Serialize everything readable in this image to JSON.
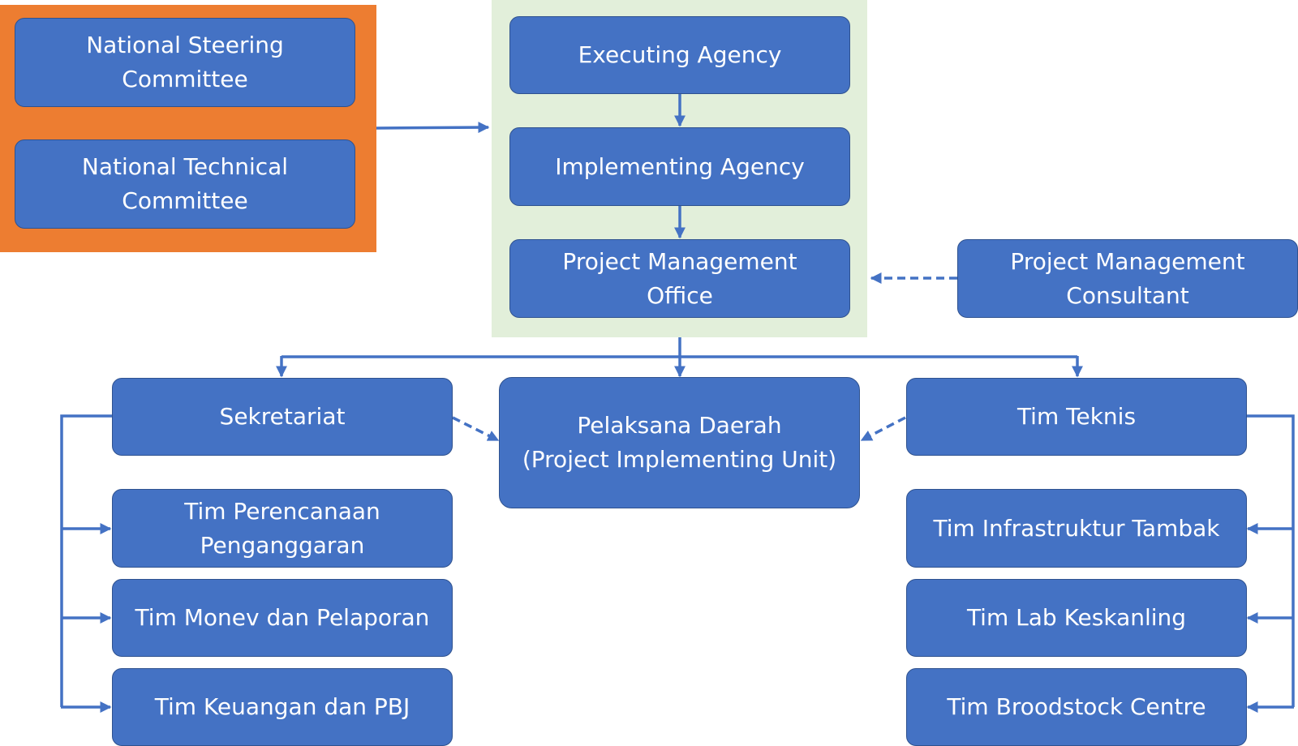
{
  "diagram": {
    "nodes": {
      "national_steering_committee": "National Steering\nCommittee",
      "national_technical_committee": "National Technical\nCommittee",
      "executing_agency": "Executing Agency",
      "implementing_agency": "Implementing Agency",
      "project_management_office": "Project Management\nOffice",
      "project_management_consultant": "Project Management\nConsultant",
      "sekretariat": "Sekretariat",
      "pelaksana_daerah": "Pelaksana Daerah\n(Project Implementing Unit)",
      "tim_teknis": "Tim Teknis",
      "tim_perencanaan": "Tim Perencanaan\nPenganggaran",
      "tim_monev": "Tim Monev dan Pelaporan",
      "tim_keuangan": "Tim Keuangan dan PBJ",
      "tim_infrastruktur": "Tim Infrastruktur Tambak",
      "tim_lab": "Tim Lab Keskanling",
      "tim_broodstock": "Tim Broodstock Centre"
    },
    "colors": {
      "box_fill": "#4472C4",
      "box_border": "#2F528F",
      "connector": "#4472C4",
      "committee_panel": "#ED7D31",
      "agency_panel": "#E2EFDA",
      "text": "#FFFFFF"
    }
  }
}
